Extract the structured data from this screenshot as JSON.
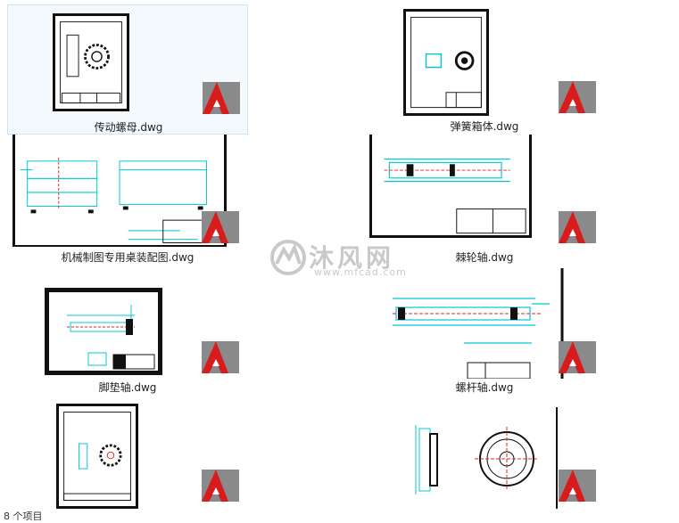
{
  "files": [
    {
      "name": "传动螺母.dwg",
      "selected": true
    },
    {
      "name": "弹簧箱体.dwg"
    },
    {
      "name": "机械制图专用桌装配图.dwg"
    },
    {
      "name": "棘轮轴.dwg"
    },
    {
      "name": "脚垫轴.dwg"
    },
    {
      "name": "螺杆轴.dwg"
    },
    {
      "name": "",
      "partial": true
    },
    {
      "name": "",
      "partial": true
    }
  ],
  "file_icon": "autocad-dwg-icon",
  "watermark": {
    "brand": "沐风网",
    "url": "www.mfcad.com"
  },
  "status_bar": {
    "item_count": "8 个项目"
  },
  "colors": {
    "cad_cyan": "#00c8d0",
    "cad_red": "#e02020",
    "selection_bg": "#f4f9fe",
    "selection_border": "#cde3f7"
  }
}
